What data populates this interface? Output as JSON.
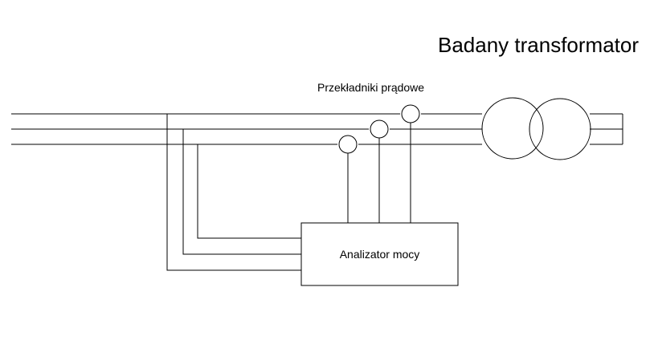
{
  "title": "Badany transformator",
  "ct_label": "Przekładniki prądowe",
  "analyzer_label": "Analizator mocy",
  "colors": {
    "line": "#000000",
    "background": "#ffffff"
  }
}
